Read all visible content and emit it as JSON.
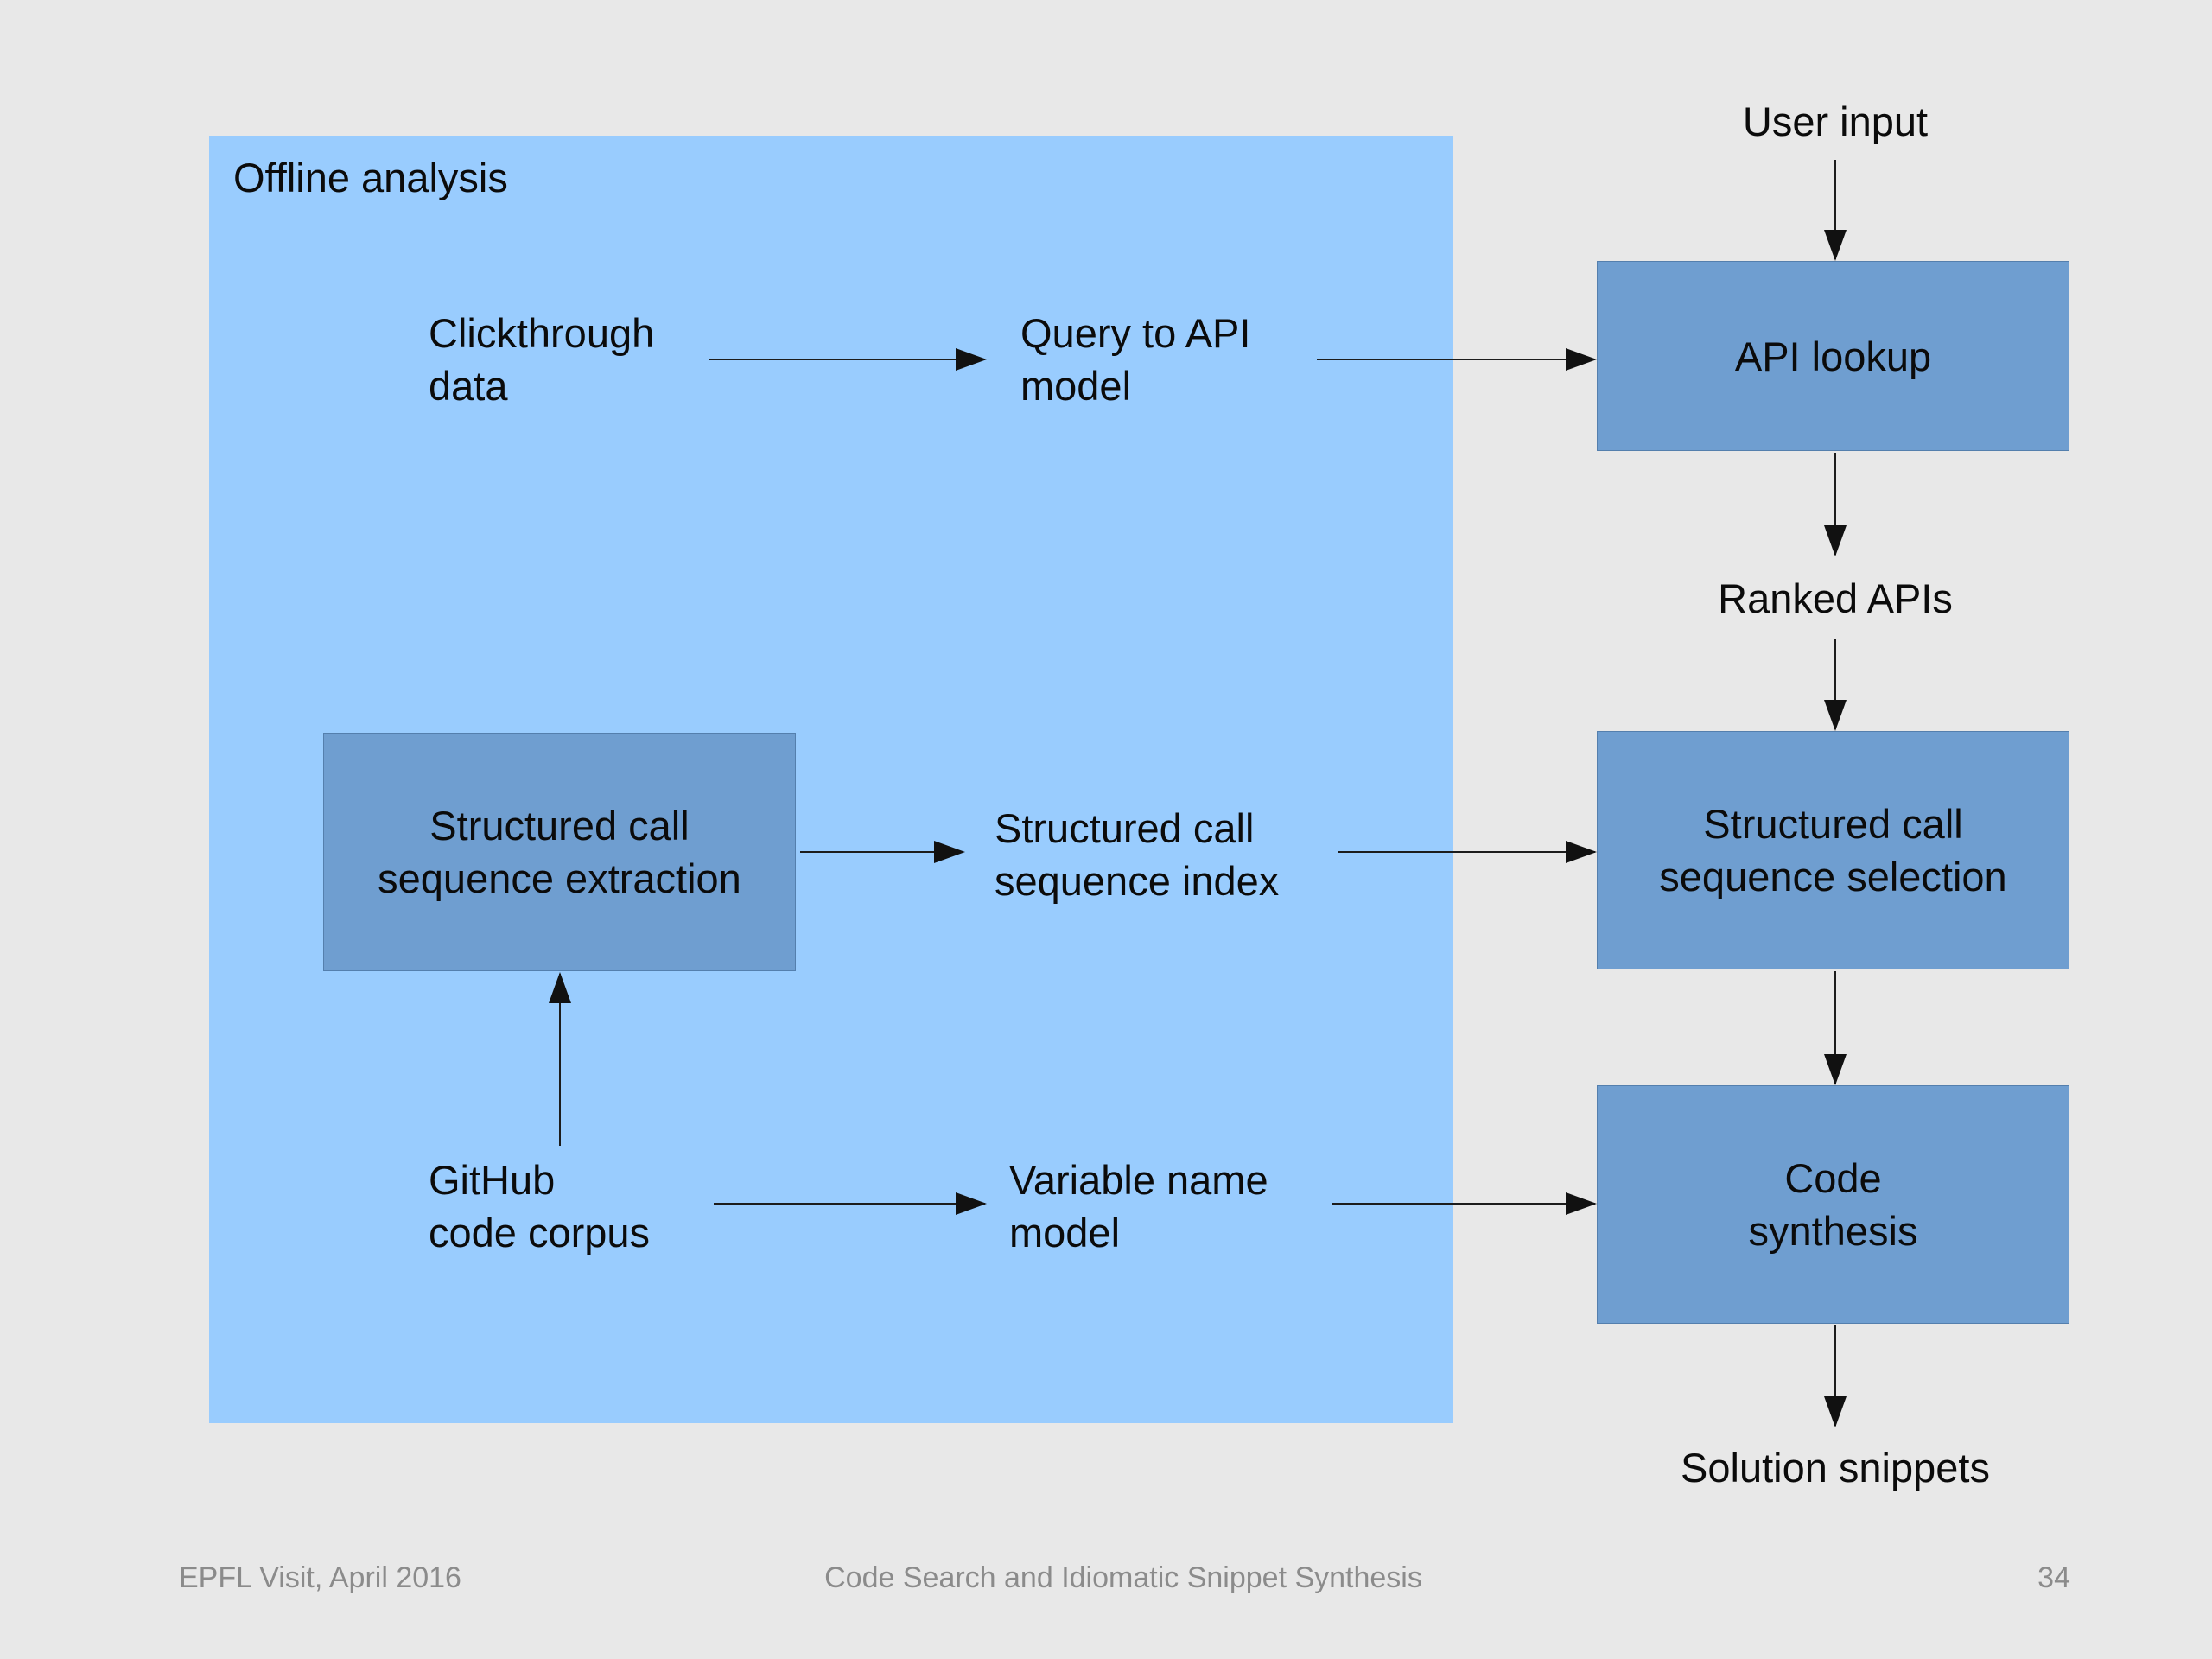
{
  "panel": {
    "title": "Offline analysis"
  },
  "nodes": {
    "clickthrough_data": "Clickthrough\ndata",
    "query_to_api_model": "Query to API\nmodel",
    "structured_call_sequence_extraction": "Structured call\nsequence extraction",
    "structured_call_sequence_index": "Structured call\nsequence index",
    "github_code_corpus": "GitHub\ncode corpus",
    "variable_name_model": "Variable name\nmodel",
    "user_input": "User input",
    "api_lookup": "API lookup",
    "ranked_apis": "Ranked APIs",
    "structured_call_sequence_selection": "Structured call\nsequence selection",
    "code_synthesis": "Code\nsynthesis",
    "solution_snippets": "Solution snippets"
  },
  "footer": {
    "left": "EPFL Visit, April 2016",
    "center": "Code Search and Idiomatic Snippet Synthesis",
    "page": "34"
  },
  "colors": {
    "background": "#e8e8e8",
    "panel_blue": "#99ccfe",
    "box_blue": "#6f9ed0",
    "text": "#0b0b0b",
    "footer_gray": "#8b8b8b",
    "arrow": "#1c1c1c"
  }
}
